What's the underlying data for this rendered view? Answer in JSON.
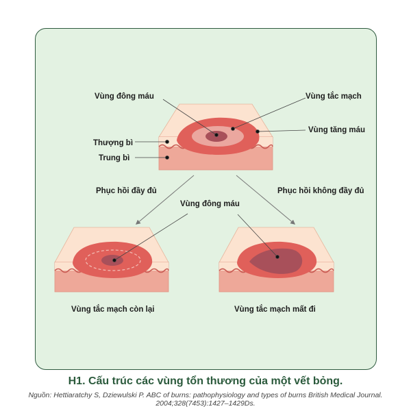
{
  "diagram": {
    "labels": {
      "coagulation_top": "Vùng đông máu",
      "stasis_top": "Vùng tắc mạch",
      "hyperemia": "Vùng tăng máu",
      "epidermis": "Thượng bì",
      "dermis": "Trung bì",
      "full_recovery": "Phục hồi đầy đủ",
      "incomplete_recovery": "Phục hồi không đầy đủ",
      "coagulation_middle": "Vùng đông máu",
      "stasis_remaining": "Vùng tắc mạch còn lại",
      "stasis_lost": "Vùng tắc mạch mất đi"
    },
    "colors": {
      "panel_bg": "#e3f2e2",
      "skin_top": "#fce3d0",
      "dermis": "#eea899",
      "hyperemia": "#e0605a",
      "stasis": "#eba79f",
      "coagulation": "#a8505a",
      "caption": "#2b5a3c"
    }
  },
  "caption": {
    "title": "H1. Cấu trúc các vùng tổn thương của một vết bỏng.",
    "source": "Nguồn: Hettiaratchy S, Dziewulski P. ABC of burns: pathophysiology and types of burns British Medical Journal. 2004;328(7453):1427–1429Ds."
  }
}
